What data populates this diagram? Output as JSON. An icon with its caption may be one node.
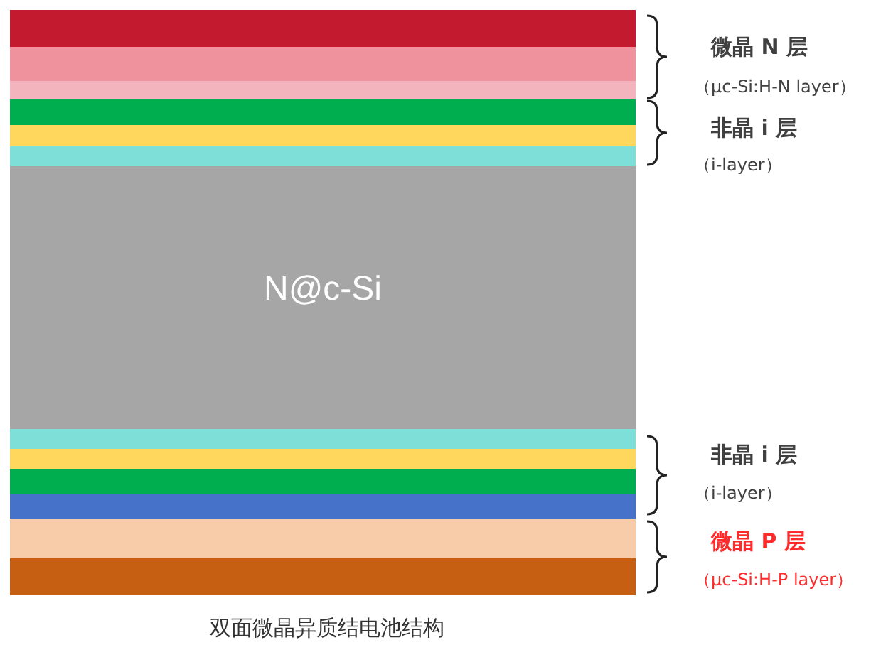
{
  "diagram": {
    "caption": "双面微晶异质结电池结构",
    "nodes": [
      {
        "text": [],
        "shape": "bar"
      },
      {
        "text": [],
        "shape": "bar"
      },
      {
        "text": [],
        "shape": "bar"
      },
      {
        "text": [],
        "shape": "bar"
      },
      {
        "text": [],
        "shape": "bar"
      },
      {
        "text": [],
        "shape": "bar"
      },
      {
        "text": [
          "N@c-Si"
        ]
      },
      {
        "text": [],
        "shape": "bar"
      },
      {
        "text": [],
        "shape": "bar"
      },
      {
        "text": [],
        "shape": "bar"
      },
      {
        "text": [],
        "shape": "bar"
      },
      {
        "text": [],
        "shape": "bar"
      },
      {
        "text": [],
        "shape": "bar"
      }
    ],
    "labels": [
      "微晶 N 层",
      "（μc-Si:H-N layer）",
      "非晶 i 层",
      "（i-layer）",
      "非晶 i 层",
      "（i-layer）",
      "微晶 P 层",
      "（μc-Si:H-P layer）"
    ]
  }
}
